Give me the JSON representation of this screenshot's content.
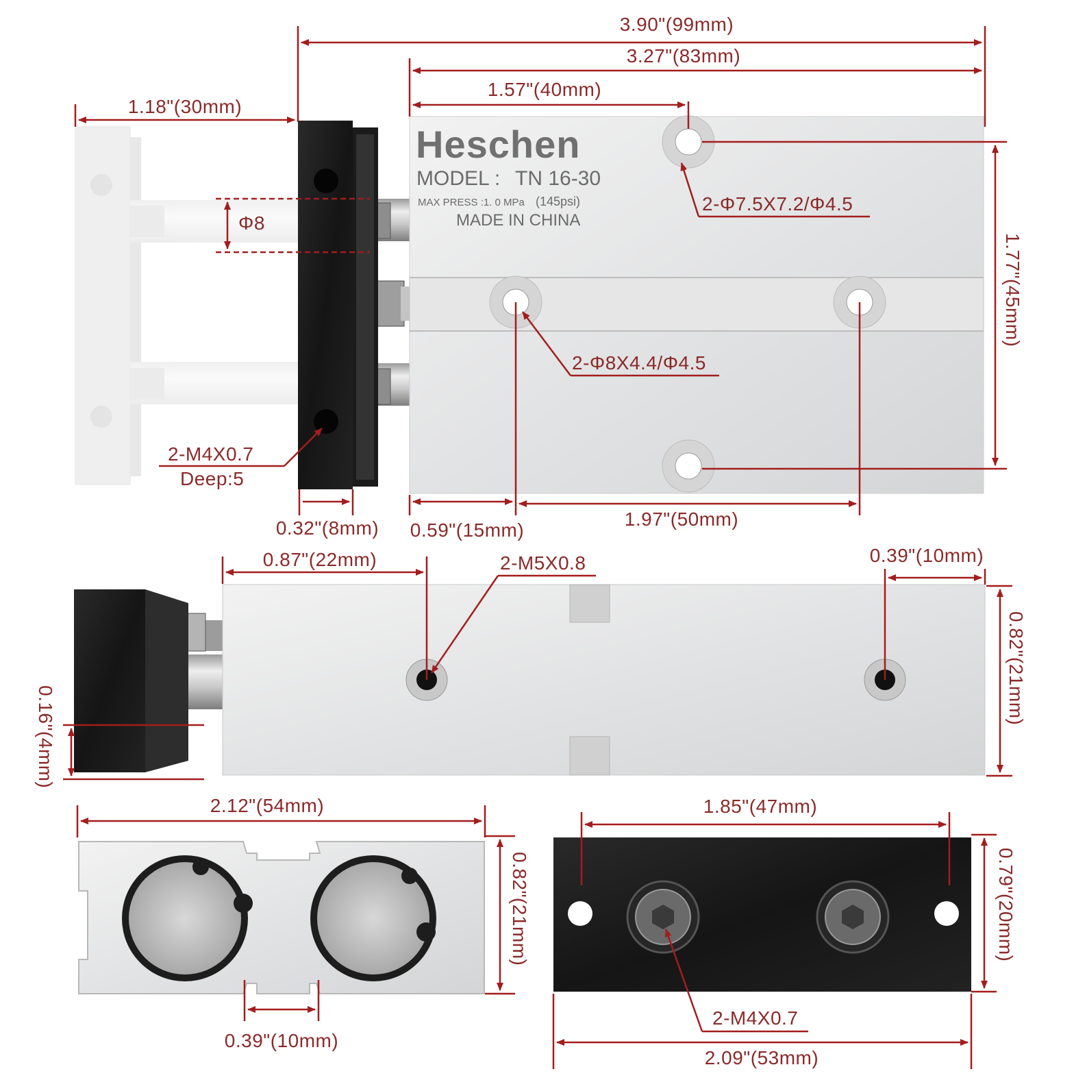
{
  "brand": {
    "name": "Heschen",
    "model_label": "MODEL :",
    "model_value": "TN  16-30",
    "press_label": "MAX  PRESS :1. 0  MPa",
    "press_psi": "(145psi)",
    "origin": "MADE IN CHINA"
  },
  "dimensions": {
    "overall_length": "3.90\"(99mm)",
    "body_length": "3.27\"(83mm)",
    "hole_offset_top": "1.57\"(40mm)",
    "stroke": "1.18\"(30mm)",
    "rod_dia": "Φ8",
    "height": "1.77\"(45mm)",
    "plate_thick": "0.32\"(8mm)",
    "hole_offset_side": "0.59\"(15mm)",
    "hole_spacing": "1.97\"(50mm)",
    "port_offset": "0.87\"(22mm)",
    "end_port_offset": "0.39\"(10mm)",
    "side_height": "0.82\"(21mm)",
    "plate_step": "0.16\"(4mm)",
    "end_width": "2.12\"(54mm)",
    "end_height": "0.82\"(21mm)",
    "slot_width": "0.39\"(10mm)",
    "plate_hole_spacing": "1.85\"(47mm)",
    "plate_height": "0.79\"(20mm)",
    "plate_width": "2.09\"(53mm)"
  },
  "callouts": {
    "counterbore_top": "2-Φ7.5X7.2/Φ4.5",
    "counterbore_mid": "2-Φ8X4.4/Φ4.5",
    "plate_thread_1": "2-M4X0.7",
    "plate_thread_depth": "Deep:5",
    "port_thread": "2-M5X0.8",
    "plate_thread_2": "2-M4X0.7"
  }
}
